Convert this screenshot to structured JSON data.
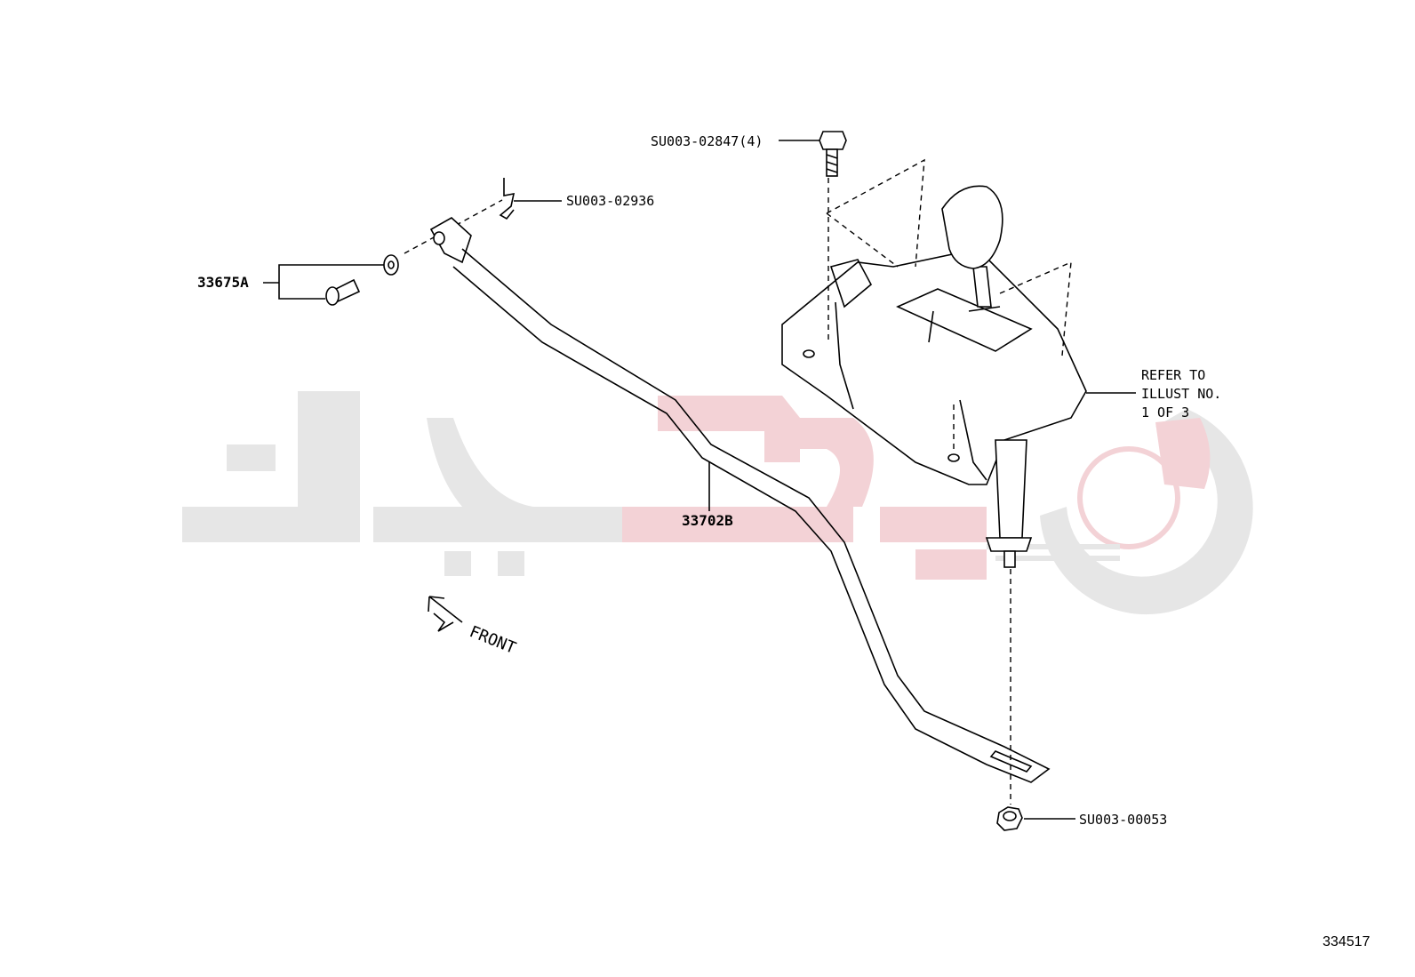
{
  "diagram": {
    "parts": {
      "bolt": "SU003-02847(4)",
      "clip": "SU003-02936",
      "pin_washer": "33675A",
      "rod": "33702B",
      "nut": "SU003-00053"
    },
    "reference": {
      "line1": "REFER TO",
      "line2": "ILLUST NO.",
      "line3": "1 OF 3"
    },
    "front_label": "FRONT",
    "illustration_number": "334517",
    "watermark_colors": {
      "grey": "#e6e6e6",
      "red": "#f3d2d6"
    }
  }
}
